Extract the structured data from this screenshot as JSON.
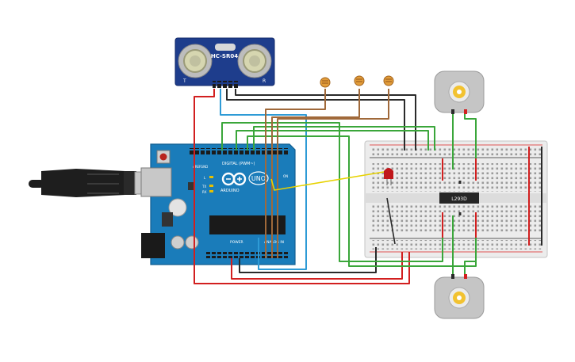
{
  "sensor": {
    "model": "HC-SR04",
    "left_mark": "T",
    "right_mark": "R"
  },
  "arduino": {
    "brand": "ARDUINO",
    "model": "UNO",
    "digital_label": "DIGITAL (PWM~)",
    "power_label": "POWER",
    "analog_label": "ANALOG IN",
    "tx_label": "TX",
    "rx_label": "RX",
    "on_label": "ON",
    "l_label": "L",
    "aref_label": "AREF",
    "gnd_label": "GND"
  },
  "breadboard": {
    "chip_label": "L293D"
  },
  "wire_colors": {
    "red": "#d21f1f",
    "black": "#2a2a2a",
    "green": "#3aa63a",
    "blue": "#2e9bd6",
    "brown": "#a0693a",
    "yellow": "#e7d200"
  },
  "components": {
    "photoresistors": [
      "ldr-1",
      "ldr-2",
      "ldr-3"
    ],
    "motors": [
      "motor-top",
      "motor-bottom"
    ],
    "led_color": "#c0171b"
  }
}
